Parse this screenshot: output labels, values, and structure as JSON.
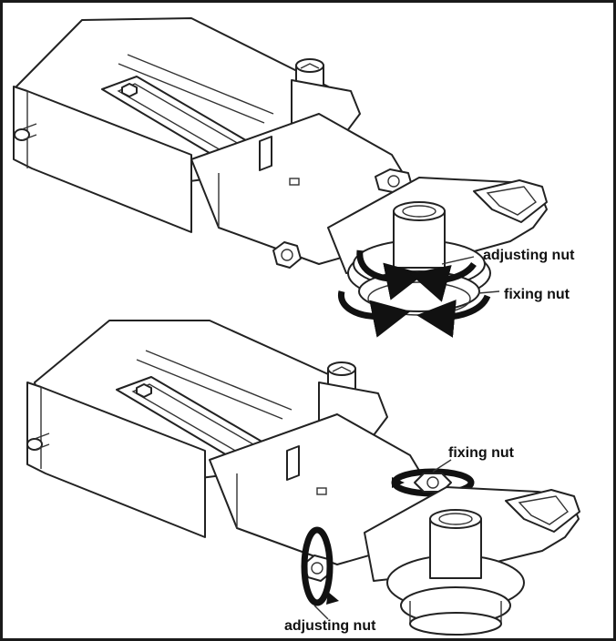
{
  "labels": {
    "top_adjusting": "adjusting nut",
    "top_fixing": "fixing nut",
    "bottom_fixing": "fixing nut",
    "bottom_adjusting": "adjusting nut"
  },
  "colors": {
    "line": "#222222",
    "arrow": "#111111",
    "border": "#1a1a1a"
  },
  "icons": {
    "rotation": "rotation-arrow-icon",
    "nut": "hex-nut-icon"
  }
}
